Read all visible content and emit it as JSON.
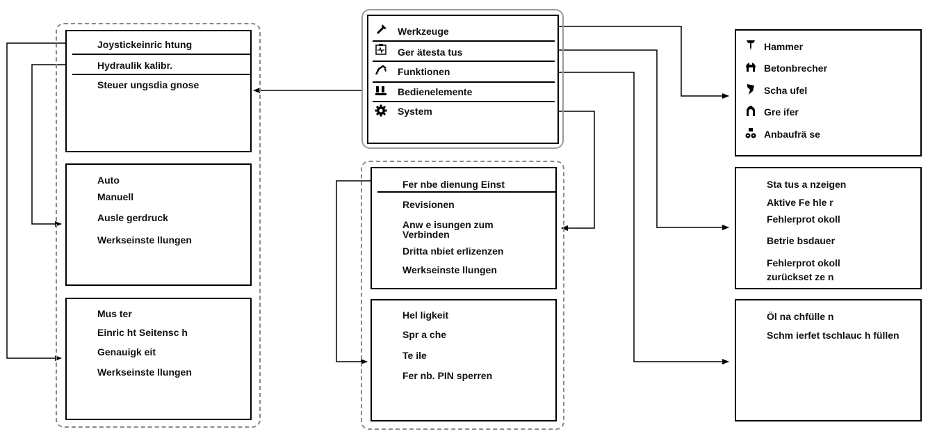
{
  "main_menu": {
    "items": [
      {
        "label": "Werkzeuge",
        "icon": "hammer-icon"
      },
      {
        "label": "Ger ätesta tus",
        "icon": "device-status-icon"
      },
      {
        "label": "Funktionen",
        "icon": "excavator-arm-icon"
      },
      {
        "label": "Bedienelemente",
        "icon": "joystick-icon"
      },
      {
        "label": "System",
        "icon": "gear-icon"
      }
    ]
  },
  "controls": {
    "menu": [
      "Joystickeinric htung",
      "Hydraulik  kalibr.",
      "Steuer ungsdia gnose"
    ],
    "hydraulics": [
      "Auto",
      "Manuell",
      "Ausle gerdruck",
      "Werkseinste llungen"
    ],
    "joystick": [
      "Mus ter",
      "Einric ht  Seitensc h",
      "Genauigk eit",
      "Werkseinste llungen"
    ]
  },
  "system": {
    "menu": [
      "Fer nbe dienung Einst",
      "Revisionen",
      "Anw e isungen zum Verbinden",
      "Dritta nbiet erlizenzen",
      "Werkseinste llungen"
    ],
    "display": [
      "Hel ligkeit",
      "Spr a che",
      "Te ile",
      "Fer nb. PIN sperren"
    ]
  },
  "tools": {
    "items": [
      {
        "label": "Hammer",
        "icon": "hammer-tool-icon"
      },
      {
        "label": "Betonbrecher",
        "icon": "concrete-crusher-icon"
      },
      {
        "label": "Scha ufel",
        "icon": "bucket-icon"
      },
      {
        "label": "Gre ifer",
        "icon": "grapple-icon"
      },
      {
        "label": "Anbaufrä se",
        "icon": "milling-attachment-icon"
      }
    ]
  },
  "status": {
    "items": [
      "Sta tus  a nzeigen",
      "Aktive Fe hle r",
      "Fehlerprot okoll",
      "Betrie bsdauer",
      "Fehlerprot okoll zurückset ze n"
    ]
  },
  "functions": {
    "items": [
      "Öl na chfülle n",
      "Schm ierfet tschlauc h füllen"
    ]
  },
  "colors": {
    "line": "#000000",
    "dashed_border": "#8a8a8a",
    "background": "#ffffff"
  }
}
